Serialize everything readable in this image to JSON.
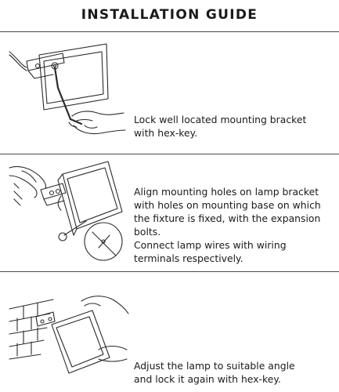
{
  "title": "INSTALLATION GUIDE",
  "steps": [
    {
      "paragraphs": [
        "Lock well located mounting bracket\nwith hex-key."
      ],
      "illustration_icon": "hex-key-bracket-illustration"
    },
    {
      "paragraphs": [
        "Align mounting holes on lamp bracket\nwith holes on mounting base on which\nthe fixture is fixed, with the expansion\nbolts.",
        "Connect lamp wires with wiring\nterminals respectively."
      ],
      "illustration_icon": "mounting-holes-illustration"
    },
    {
      "paragraphs": [
        "Adjust the lamp to suitable angle\nand lock it again with hex-key."
      ],
      "illustration_icon": "angle-adjust-illustration"
    }
  ],
  "colors": {
    "text": "#1a1a1a",
    "line": "#4a4a4a",
    "background": "#ffffff"
  }
}
